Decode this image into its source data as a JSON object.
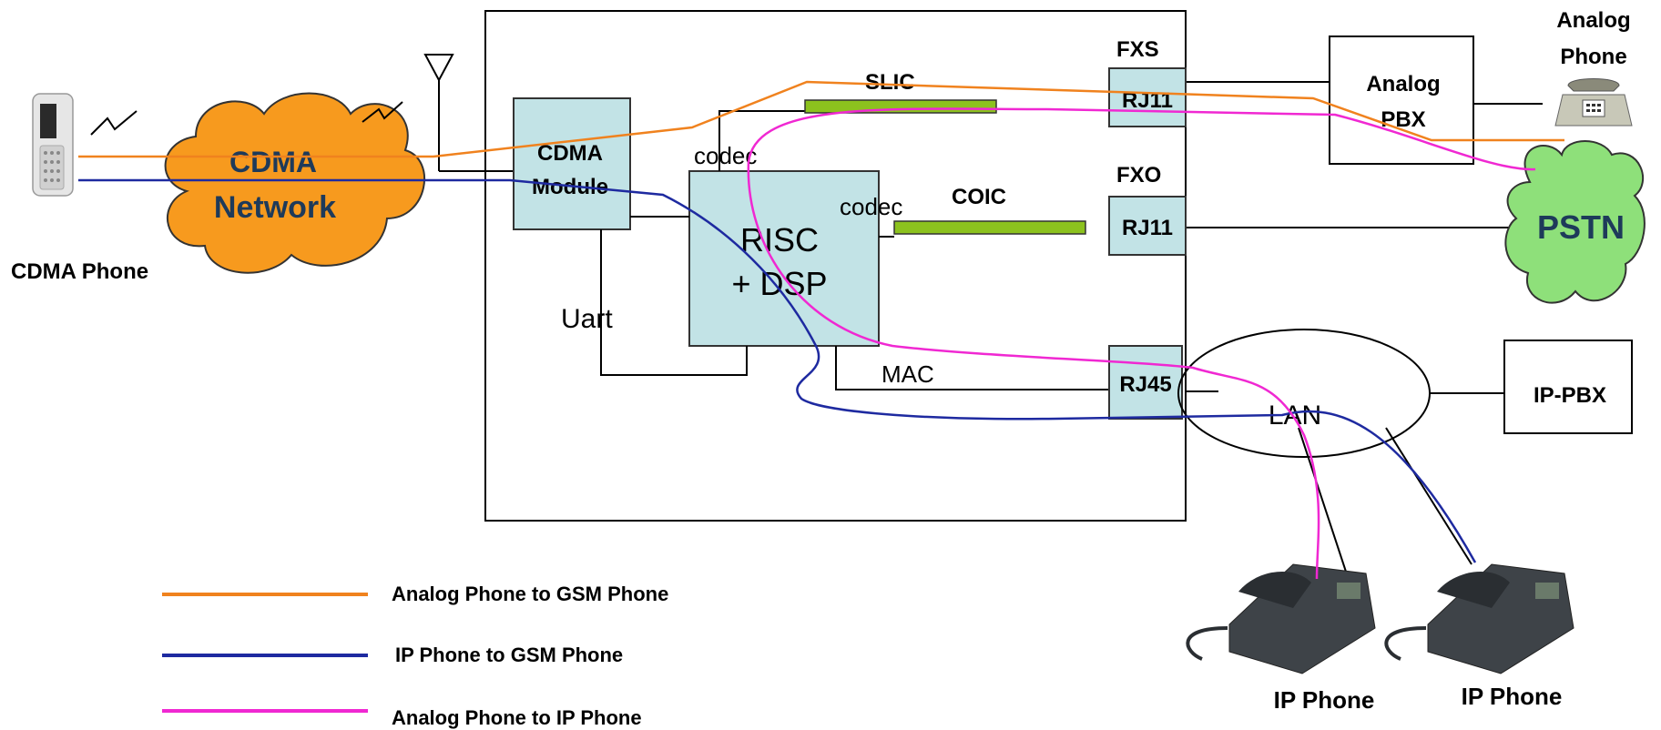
{
  "labels": {
    "cdma_phone": "CDMA Phone",
    "cdma_network_line1": "CDMA",
    "cdma_network_line2": "Network",
    "cdma_module_line1": "CDMA",
    "cdma_module_line2": "Module",
    "risc_line1": "RISC",
    "risc_line2": "+ DSP",
    "codec_top": "codec",
    "codec_mid": "codec",
    "uart": "Uart",
    "mac": "MAC",
    "slic": "SLIC",
    "coic": "COIC",
    "fxs": "FXS",
    "fxo": "FXO",
    "rj11_fxs": "RJ11",
    "rj11_fxo": "RJ11",
    "rj45": "RJ45",
    "analog_pbx_line1": "Analog",
    "analog_pbx_line2": "PBX",
    "analog_phone_line1": "Analog",
    "analog_phone_line2": "Phone",
    "pstn": "PSTN",
    "lan": "LAN",
    "ip_pbx": "IP-PBX",
    "ip_phone_1": "IP Phone",
    "ip_phone_2": "IP Phone"
  },
  "legend": [
    {
      "label": "Analog Phone to GSM Phone",
      "color": "#f0821e"
    },
    {
      "label": "IP Phone to GSM Phone",
      "color": "#1e2aa0"
    },
    {
      "label": "Analog Phone to IP Phone",
      "color": "#f028d2"
    }
  ],
  "colors": {
    "box_fill": "#c2e3e6",
    "network_fill": "#f79a1e",
    "pstn_fill": "#8ee07a",
    "bar_fill": "#8cc21e"
  },
  "icons": {
    "antenna": "antenna-icon",
    "cdma_phone": "mobile-phone-icon",
    "analog_phone": "analog-phone-icon",
    "ip_phone": "ip-phone-icon"
  }
}
